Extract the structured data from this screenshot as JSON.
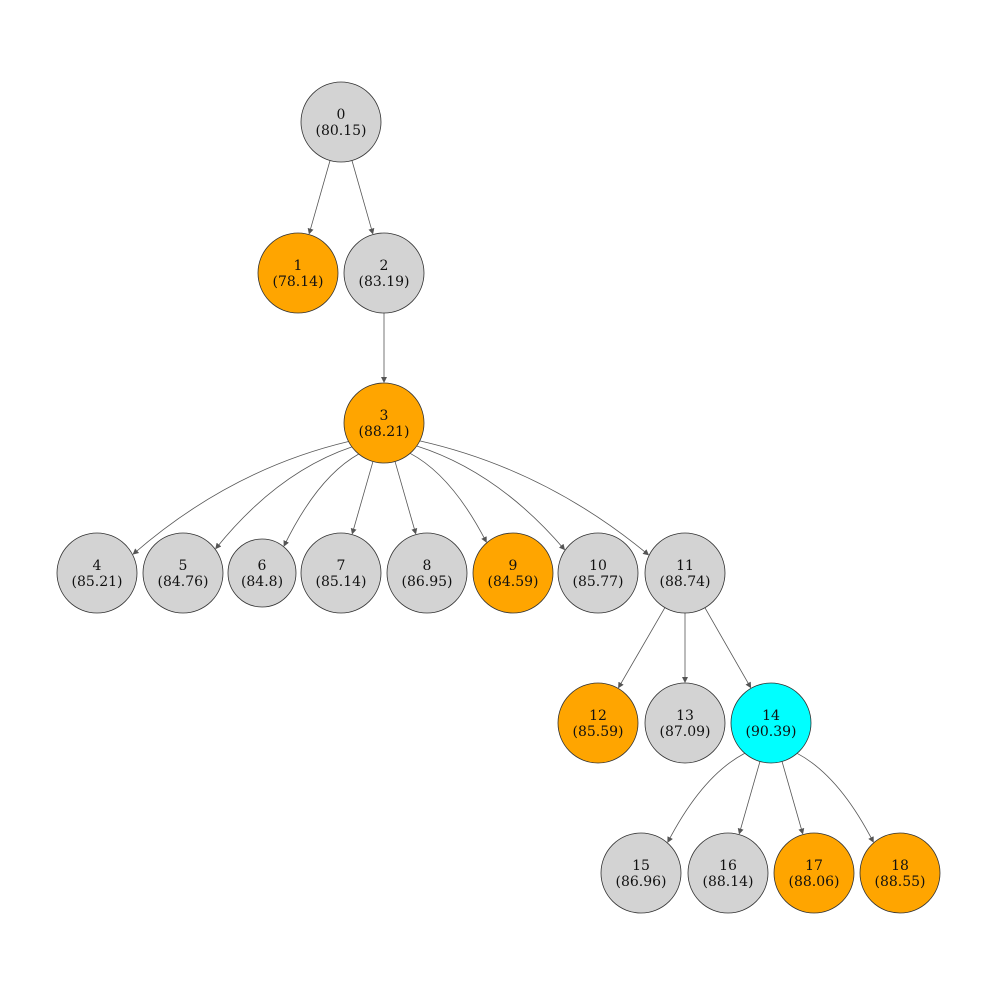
{
  "colors": {
    "default": "#d3d3d3",
    "highlight": "#ffa500",
    "selected": "#00ffff",
    "edge": "#555555"
  },
  "nodes": [
    {
      "id": "0",
      "score": "(80.15)",
      "status": "default"
    },
    {
      "id": "1",
      "score": "(78.14)",
      "status": "highlight"
    },
    {
      "id": "2",
      "score": "(83.19)",
      "status": "default"
    },
    {
      "id": "3",
      "score": "(88.21)",
      "status": "highlight"
    },
    {
      "id": "4",
      "score": "(85.21)",
      "status": "default"
    },
    {
      "id": "5",
      "score": "(84.76)",
      "status": "default"
    },
    {
      "id": "6",
      "score": "(84.8)",
      "status": "default"
    },
    {
      "id": "7",
      "score": "(85.14)",
      "status": "default"
    },
    {
      "id": "8",
      "score": "(86.95)",
      "status": "default"
    },
    {
      "id": "9",
      "score": "(84.59)",
      "status": "highlight"
    },
    {
      "id": "10",
      "score": "(85.77)",
      "status": "default"
    },
    {
      "id": "11",
      "score": "(88.74)",
      "status": "default"
    },
    {
      "id": "12",
      "score": "(85.59)",
      "status": "highlight"
    },
    {
      "id": "13",
      "score": "(87.09)",
      "status": "default"
    },
    {
      "id": "14",
      "score": "(90.39)",
      "status": "selected"
    },
    {
      "id": "15",
      "score": "(86.96)",
      "status": "default"
    },
    {
      "id": "16",
      "score": "(88.14)",
      "status": "default"
    },
    {
      "id": "17",
      "score": "(88.06)",
      "status": "highlight"
    },
    {
      "id": "18",
      "score": "(88.55)",
      "status": "highlight"
    }
  ],
  "edges": [
    [
      "0",
      "1"
    ],
    [
      "0",
      "2"
    ],
    [
      "2",
      "3"
    ],
    [
      "3",
      "4"
    ],
    [
      "3",
      "5"
    ],
    [
      "3",
      "6"
    ],
    [
      "3",
      "7"
    ],
    [
      "3",
      "8"
    ],
    [
      "3",
      "9"
    ],
    [
      "3",
      "10"
    ],
    [
      "3",
      "11"
    ],
    [
      "11",
      "12"
    ],
    [
      "11",
      "13"
    ],
    [
      "11",
      "14"
    ],
    [
      "14",
      "15"
    ],
    [
      "14",
      "16"
    ],
    [
      "14",
      "17"
    ],
    [
      "14",
      "18"
    ]
  ]
}
